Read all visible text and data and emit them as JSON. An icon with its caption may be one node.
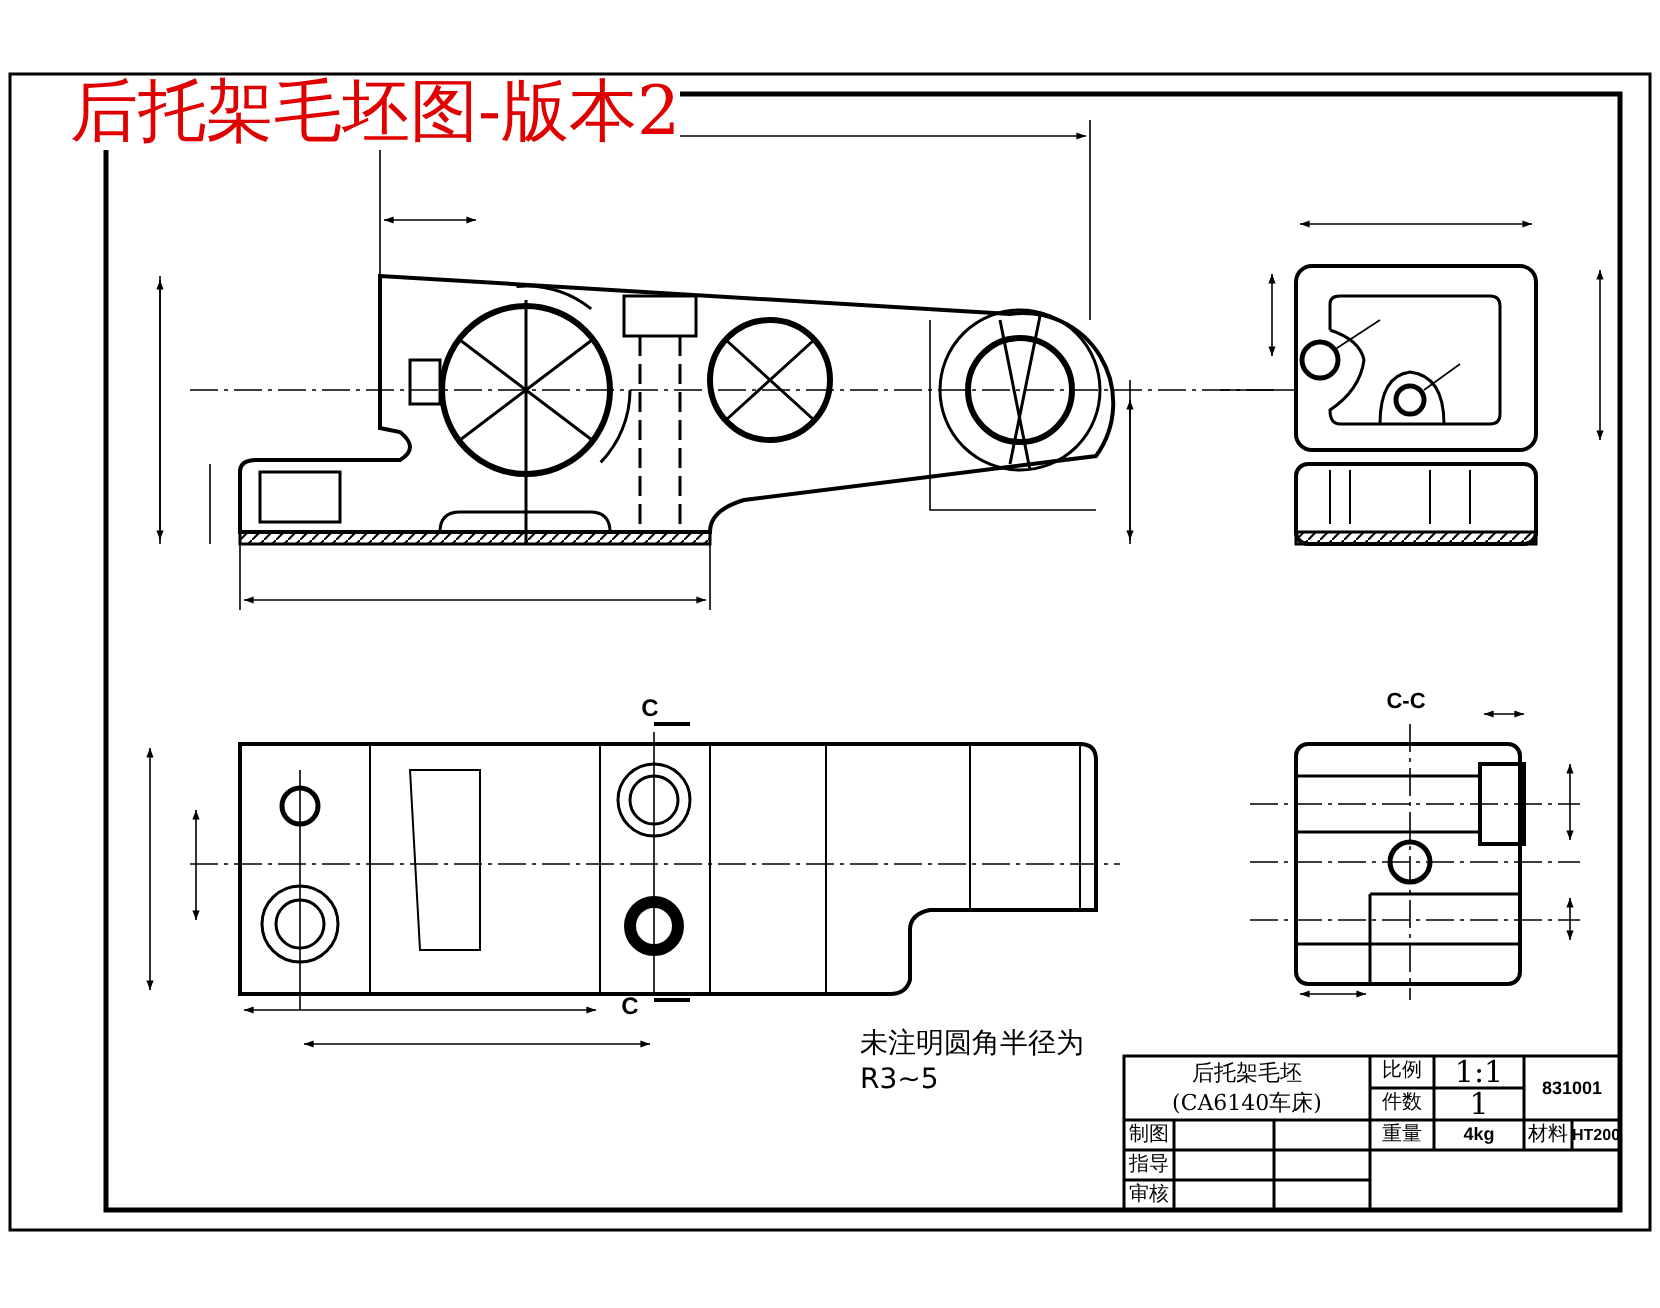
{
  "diagram": {
    "title": "后托架毛坯图-版本2",
    "labels": [
      "C",
      "C-C",
      "C",
      "未注明圆角半径为 R3~5",
      "后托架毛坯",
      "(CA6140车床)",
      "比例",
      "1:1",
      "831001",
      "件数",
      "1",
      "制图",
      "重量",
      "4kg",
      "材料",
      "HT200",
      "指导",
      "审核"
    ]
  }
}
